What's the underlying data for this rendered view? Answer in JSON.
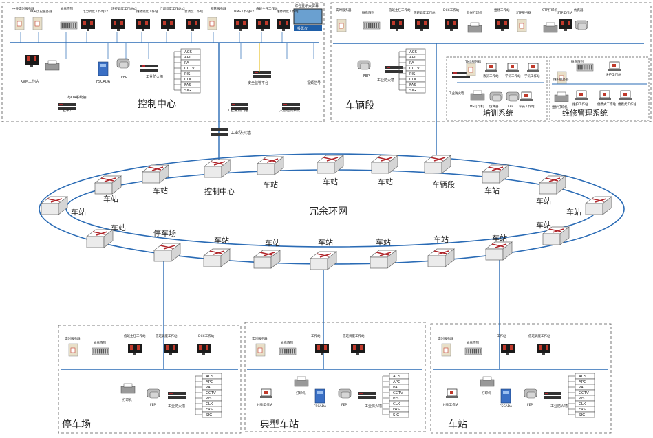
{
  "ring": {
    "label": "冗余环网",
    "switches": [
      "控制中心",
      "车站",
      "车站",
      "车站",
      "车辆段",
      "车站",
      "车站",
      "车站",
      "车站",
      "车站",
      "车站",
      "车站",
      "车站",
      "车站",
      "车站",
      "停车场",
      "车站",
      "车站"
    ]
  },
  "control_center": {
    "title": "控制中心",
    "top_devices": [
      "中央实时服务器",
      "中央历史服务器",
      "磁盘阵列",
      "电力调度工作站x2",
      "环控调度工作站x2",
      "维修调度工作站",
      "行调调度工作站x2",
      "总调度工作站",
      "网管服务器",
      "NMS工作站x2",
      "值班主任工作站",
      "维修调度工作站"
    ],
    "screen": "综合显示大屏幕",
    "screen_tag": "投影仪",
    "bottom_devices": [
      "KVM工作站",
      "FSCADA",
      "FEP",
      "工业防火墙",
      "与OA系统接口",
      "工业审计",
      "工业漏洞扫描",
      "安全监管平台",
      "入侵检测系统",
      "视频信号"
    ],
    "firewall": "工业防火墙",
    "protocols": [
      "ACS",
      "APC",
      "PA",
      "CCTV",
      "PIS",
      "CLK",
      "FAS",
      "SIG"
    ]
  },
  "depot": {
    "title": "车辆段",
    "top_devices": [
      "实时服务器",
      "磁盘阵列",
      "值班主任工作站",
      "值班调度工作站",
      "DCC工作站",
      "激光打印机",
      "维修工作站",
      "STP服务器",
      "STP打印机",
      "STP工作站",
      "仿真器"
    ],
    "fep": "FEP",
    "firewall": "工业防火墙",
    "protocols": [
      "ACS",
      "APC",
      "PA",
      "CCTV",
      "PIS",
      "CLK",
      "FAS",
      "SIG"
    ],
    "training": {
      "title": "培训系统",
      "devices": [
        "工业防火墙",
        "TMS服务器",
        "教员工作站",
        "学员工作站",
        "学员工作站",
        "TMS打印机",
        "仿真器",
        "FEP",
        "学员工作站"
      ]
    },
    "maintenance": {
      "title": "维修管理系统",
      "devices": [
        "磁盘阵列",
        "维护服务器",
        "维护工作站",
        "维护打印机",
        "维护工作站",
        "便携式工作站",
        "便携式工作站"
      ]
    }
  },
  "parking": {
    "title": "停车场",
    "devices": [
      "实时服务器",
      "磁盘阵列",
      "值班主任工作站",
      "值班调度工作站",
      "DCC工作站",
      "打印机",
      "FEP",
      "工业防火墙"
    ],
    "protocols": [
      "ACS",
      "APC",
      "PA",
      "CCTV",
      "PIS",
      "CLK",
      "FAS",
      "SIG"
    ]
  },
  "typical_station": {
    "title": "典型车站",
    "devices": [
      "实时服务器",
      "磁盘阵列",
      "工作站",
      "值班调度工作站",
      "HMI工作站",
      "打印机",
      "FSCADA",
      "FEP",
      "工业防火墙"
    ],
    "protocols": [
      "ACS",
      "APC",
      "PA",
      "CCTV",
      "PIS",
      "CLK",
      "FAS",
      "SIG"
    ]
  },
  "station": {
    "title": "车站",
    "devices": [
      "实时服务器",
      "磁盘阵列",
      "工作站",
      "值班调度工作站",
      "HMI工作站",
      "打印机",
      "FSCADA",
      "FEP",
      "工业防火墙"
    ],
    "protocols": [
      "ACS",
      "APC",
      "PA",
      "CCTV",
      "PIS",
      "CLK",
      "FAS",
      "SIG"
    ]
  },
  "core_firewall": "工业防火墙",
  "colors": {
    "link": "#2a6bb5",
    "switch_body": "#ebebeb",
    "switch_arrow": "#b0262b",
    "monitor": "#1a1a1a",
    "screen_red": "#c0392b",
    "firewall": "#333333",
    "serial": "#e3b400",
    "border": "#555555"
  }
}
